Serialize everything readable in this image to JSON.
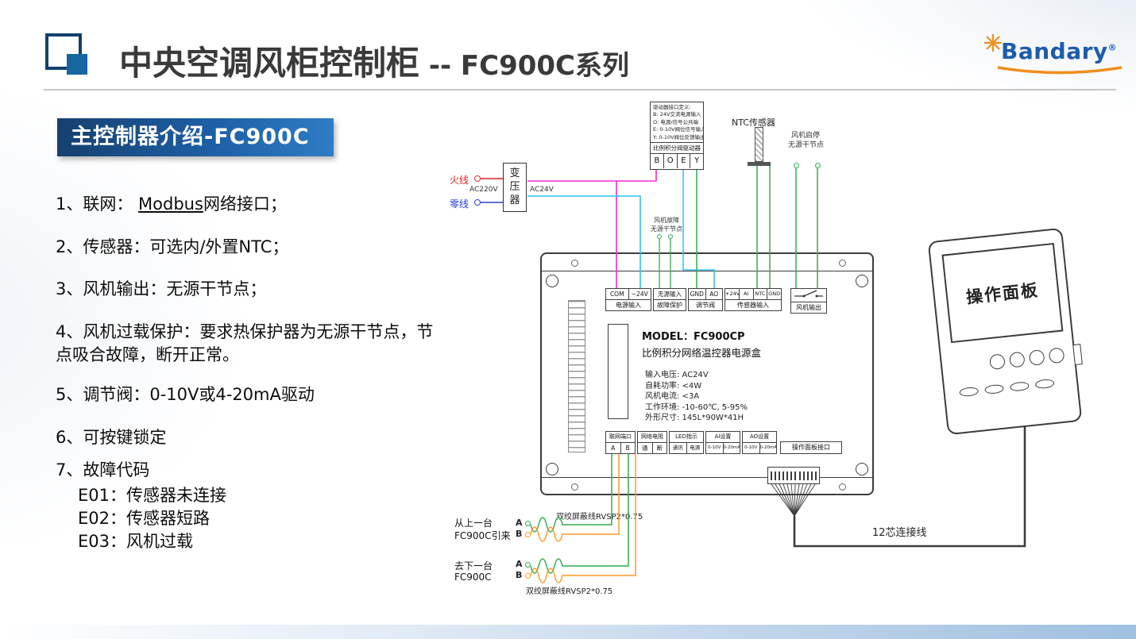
{
  "colors": {
    "badge_blue": "#1d5fa5",
    "logo_blue": "#1d5cab",
    "logo_orange": "#ef8e1c",
    "wire_magenta": "#f22ad2",
    "wire_cyan": "#2ac4f0",
    "wire_green": "#2fae4e",
    "wire_orange": "#ff9a2a",
    "hot_red": "#e02020",
    "neutral_blue": "#2238dd"
  },
  "header": {
    "title": "中央空调风柜控制柜",
    "subtitle": " -- FC900C系列",
    "brand": "Bandary",
    "brand_reg": "®"
  },
  "badge": "主控制器介绍-FC900C",
  "features": {
    "f1_prefix": "1、联网： ",
    "f1_link": "Modbus",
    "f1_suffix": "网络接口；",
    "f2": "2、传感器：可选内/外置NTC；",
    "f3": "3、风机输出：无源干节点；",
    "f4": "4、风机过载保护：要求热保护器为无源干节点，节点吸合故障，断开正常。",
    "f5": "5、调节阀：0-10V或4-20mA驱动",
    "f6": "6、可按键锁定",
    "f7": "7、故障代码",
    "e01": "E01：传感器未连接",
    "e02": "E02：传感器短路",
    "e03": "E03：风机过载"
  },
  "diagram": {
    "valve_driver": {
      "notes": [
        "驱动器接口定义:",
        "B: 24V交流电源输入",
        "O: 电源/信号公共端",
        "E: 0-10V阀位信号输入",
        "Y: 0-10V阀位反馈输出"
      ],
      "label": "比例积分阀驱动器",
      "t1": "B",
      "t2": "O",
      "t3": "E",
      "t4": "Y"
    },
    "transformer": {
      "label": "变压器",
      "hot": "火线",
      "neutral": "零线",
      "in": "AC220V",
      "out": "AC24V"
    },
    "ntc": {
      "label": "NTC传感器"
    },
    "fan_contact": {
      "line1": "风机启停",
      "line2": "无源干节点"
    },
    "fault_contact": {
      "line1": "风机故障",
      "line2": "无源干节点"
    },
    "controller": {
      "model": "MODEL：FC900CP",
      "name": "比例积分网络温控器电源盒",
      "specs": [
        "输入电压: AC24V",
        "自耗功率: <4W",
        "风机电流: <3A",
        "工作环境: -10-60℃, 5-95%",
        "外形尺寸: 145L*90W*41H"
      ],
      "t_power": {
        "c1": "COM",
        "c2": "~24V",
        "label": "电源输入"
      },
      "t_fault": {
        "c1": "无源输入",
        "label": "故障保护"
      },
      "t_valve": {
        "c1": "GND",
        "c2": "AO",
        "label": "调节阀"
      },
      "t_sensor": {
        "c1": "+24V",
        "c2": "AI",
        "c3": "NTC",
        "c4": "GND",
        "label": "传感器输入"
      },
      "t_fan": {
        "label": "风机输出"
      },
      "b_net": {
        "label": "联网端口",
        "c1": "A",
        "c2": "B"
      },
      "b_res": {
        "label": "网络电阻",
        "c1": "通",
        "c2": "断"
      },
      "b_led": {
        "label": "LED指示",
        "c1": "通讯",
        "c2": "电源"
      },
      "b_ai": {
        "label": "AI设置",
        "c1": "0-10V",
        "c2": "0-20mA"
      },
      "b_ao": {
        "label": "AO设置",
        "c1": "0-10V",
        "c2": "0-20mA"
      },
      "b_panel": {
        "label": "操作面板接口"
      }
    },
    "panel": {
      "label": "操作面板"
    },
    "cable_label": "12芯连接线",
    "bus_in": {
      "l1": "从上一台",
      "l2": "FC900C引来",
      "a": "A",
      "b": "B",
      "cable": "双绞屏蔽线RVSP2*0.75"
    },
    "bus_out": {
      "l1": "去下一台",
      "l2": "FC900C",
      "a": "A",
      "b": "B",
      "cable": "双绞屏蔽线RVSP2*0.75"
    }
  }
}
